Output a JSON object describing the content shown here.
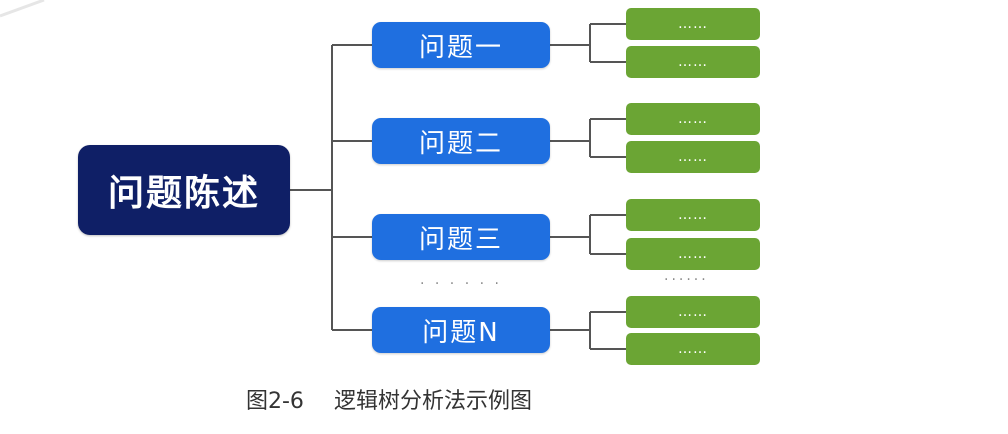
{
  "root": {
    "label": "问题陈述"
  },
  "issues": [
    {
      "label": "问题一",
      "leaves": [
        "……",
        "……"
      ]
    },
    {
      "label": "问题二",
      "leaves": [
        "……",
        "……"
      ]
    },
    {
      "label": "问题三",
      "leaves": [
        "……",
        "……"
      ]
    },
    {
      "label": "问题N",
      "leaves": [
        "……",
        "……"
      ]
    }
  ],
  "issue_ellipsis": "· · · · · ·",
  "leaf_ellipsis": "······",
  "caption": {
    "number": "图2-6",
    "title": "逻辑树分析法示例图"
  },
  "colors": {
    "root": "#0f1f66",
    "issue": "#1f6fe0",
    "leaf": "#6ba534",
    "connector": "#555555"
  }
}
